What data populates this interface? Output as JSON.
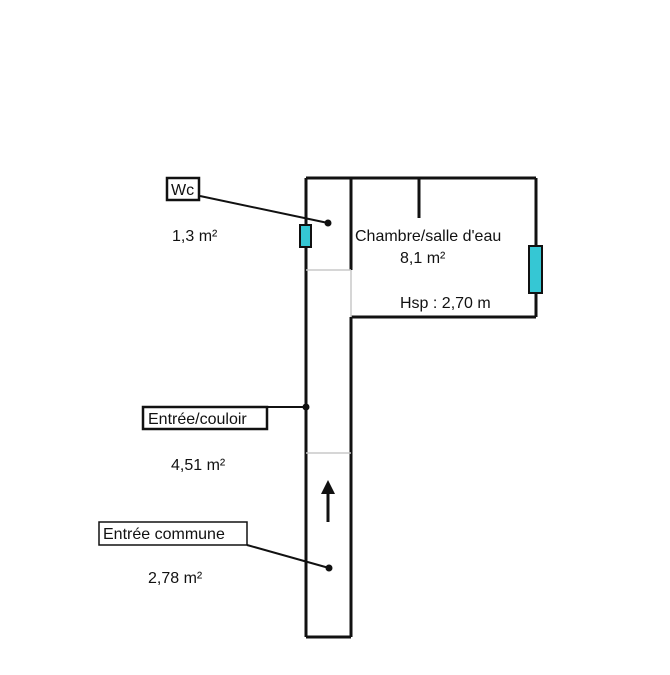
{
  "rooms": {
    "wc": {
      "label": "Wc",
      "area": "1,3  m²"
    },
    "bedroom": {
      "label": "Chambre/salle d'eau",
      "area": "8,1  m²",
      "height": "Hsp : 2,70 m"
    },
    "hallway": {
      "label": "Entrée/couloir",
      "area": "4,51  m²"
    },
    "common_entrance": {
      "label": "Entrée commune",
      "area": "2,78  m²"
    }
  },
  "colors": {
    "wall": "#111111",
    "window_fill": "#35c7d4",
    "partition": "#cccccc"
  }
}
